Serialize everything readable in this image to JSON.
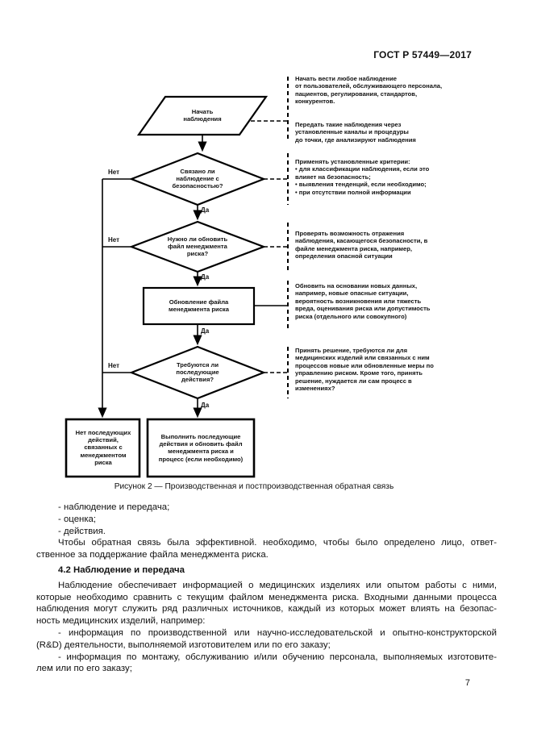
{
  "header": {
    "doc_number": "ГОСТ Р 57449—2017"
  },
  "flowchart": {
    "caption": "Рисунок 2 — Производственная и постпроизводственная обратная связь",
    "yes_label": "Да",
    "no_label": "Нет",
    "nodes": {
      "start": "Начать\nнаблюдения",
      "d1": "Связано ли\nнаблюдение с\nбезопасностью?",
      "d2": "Нужно ли обновить\nфайл менеджмента\nриска?",
      "update": "Обновление файла\nменеджмента риска",
      "d3": "Требуются ли\nпоследующие\nдействия?",
      "no_action": "Нет последующих\nдействий,\nсвязанных с\nменеджментом\nриска",
      "do_action": "Выполнить последующие\nдействия и обновить файл\nменеджмента риска и\nпроцесс (если необходимо)"
    },
    "annotations": [
      "Начать вести любое наблюдение\nот пользователей, обслуживающего персонала,\nпациентов, регулирования, стандартов,\nконкурентов.",
      "Передать такие наблюдения через\nустановленные каналы и процедуры\nдо точки, где анализируют наблюдения",
      "Применять установленные критерии:\n• для классификации наблюдения, если это\nвлияет на безопасность;\n• выявления тенденций, если необходимо;\n• при отсутствии полной информации",
      "Проверять возможность отражения\nнаблюдения, касающегося безопасности, в\nфайле менеджмента риска, например,\nопределения опасной ситуации",
      "Обновить на основании новых данных,\nнапример, новые опасные ситуации,\nвероятность возникновения или тяжесть\nвреда, оценивания риска или допустимость\nриска (отдельного или совокупного)",
      "Принять решение, требуются ли для\nмедицинских изделий или связанных с ним\nпроцессов новые или обновленные меры по\nуправлению риском. Кроме того, принять\nрешение, нуждается ли сам процесс в\nизменениях?"
    ]
  },
  "body": {
    "list": [
      "- наблюдение и передача;",
      "- оценка;",
      "- действия."
    ],
    "para1": [
      "Чтобы обратная связь была эффективной. необходимо, чтобы было определено лицо, ответ-",
      "ственное за поддержание файла менеджмента риска."
    ],
    "heading": "4.2 Наблюдение и передача",
    "para2": [
      "Наблюдение обеспечивает информацией о медицинских изделиях или опытом работы с ними,",
      "которые необходимо сравнить с текущим файлом менеджмента риска. Входными данными процесса",
      "наблюдения могут служить ряд различных источников, каждый из которых может влиять на безопас-",
      "ность медицинских изделий, например:"
    ],
    "para3": [
      "- информация по производственной или научно-исследовательской и опытно-конструкторской",
      "(R&D) деятельности, выполняемой изготовителем или по его заказу;"
    ],
    "para4": [
      "- информация по монтажу, обслуживанию и/или обучению персонала, выполняемых изготовите-",
      "лем или по его заказу;"
    ]
  },
  "footer": {
    "page_number": "7"
  }
}
